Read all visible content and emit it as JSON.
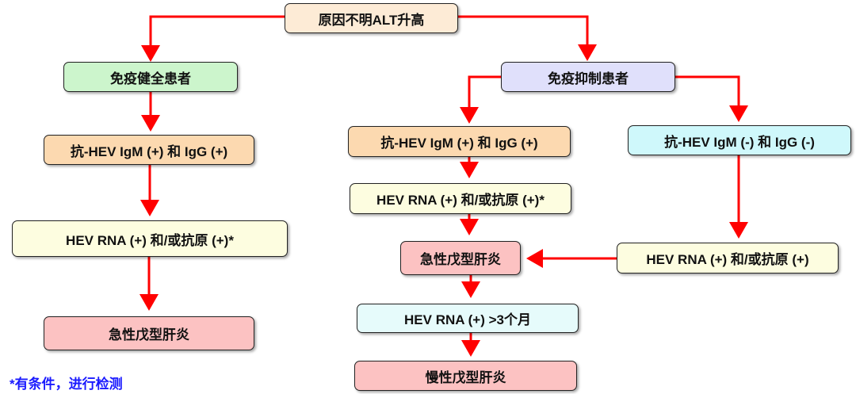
{
  "title": "HEV diagnostic flowchart",
  "colors": {
    "arrow": "#ff0000",
    "start": "#fdebd6",
    "immunocompetent": "#ccf5cc",
    "immunosuppressed": "#e0e0fb",
    "antibody_positive": "#fcd9b0",
    "antibody_negative": "#cff8fb",
    "rna_positive": "#fdfde0",
    "diagnosis": "#fcc2c2",
    "duration": "#e6fbfb",
    "footnote": "#1a1aff"
  },
  "nodes": {
    "start": "原因不明ALT升高",
    "immunocompetent": "免疫健全患者",
    "left_antibody": "抗-HEV IgM (+) 和 IgG (+)",
    "left_rna": "HEV RNA (+) 和/或抗原 (+)*",
    "left_diagnosis": "急性戊型肝炎",
    "immunosuppressed": "免疫抑制患者",
    "mid_antibody": "抗-HEV IgM (+) 和 IgG (+)",
    "mid_rna": "HEV RNA (+) 和/或抗原 (+)*",
    "mid_acute": "急性戊型肝炎",
    "mid_duration": "HEV RNA (+) >3个月",
    "mid_chronic": "慢性戊型肝炎",
    "right_antibody": "抗-HEV IgM (-) 和 IgG (-)",
    "right_rna": "HEV RNA (+) 和/或抗原 (+)"
  },
  "footnote": "*有条件，进行检测"
}
